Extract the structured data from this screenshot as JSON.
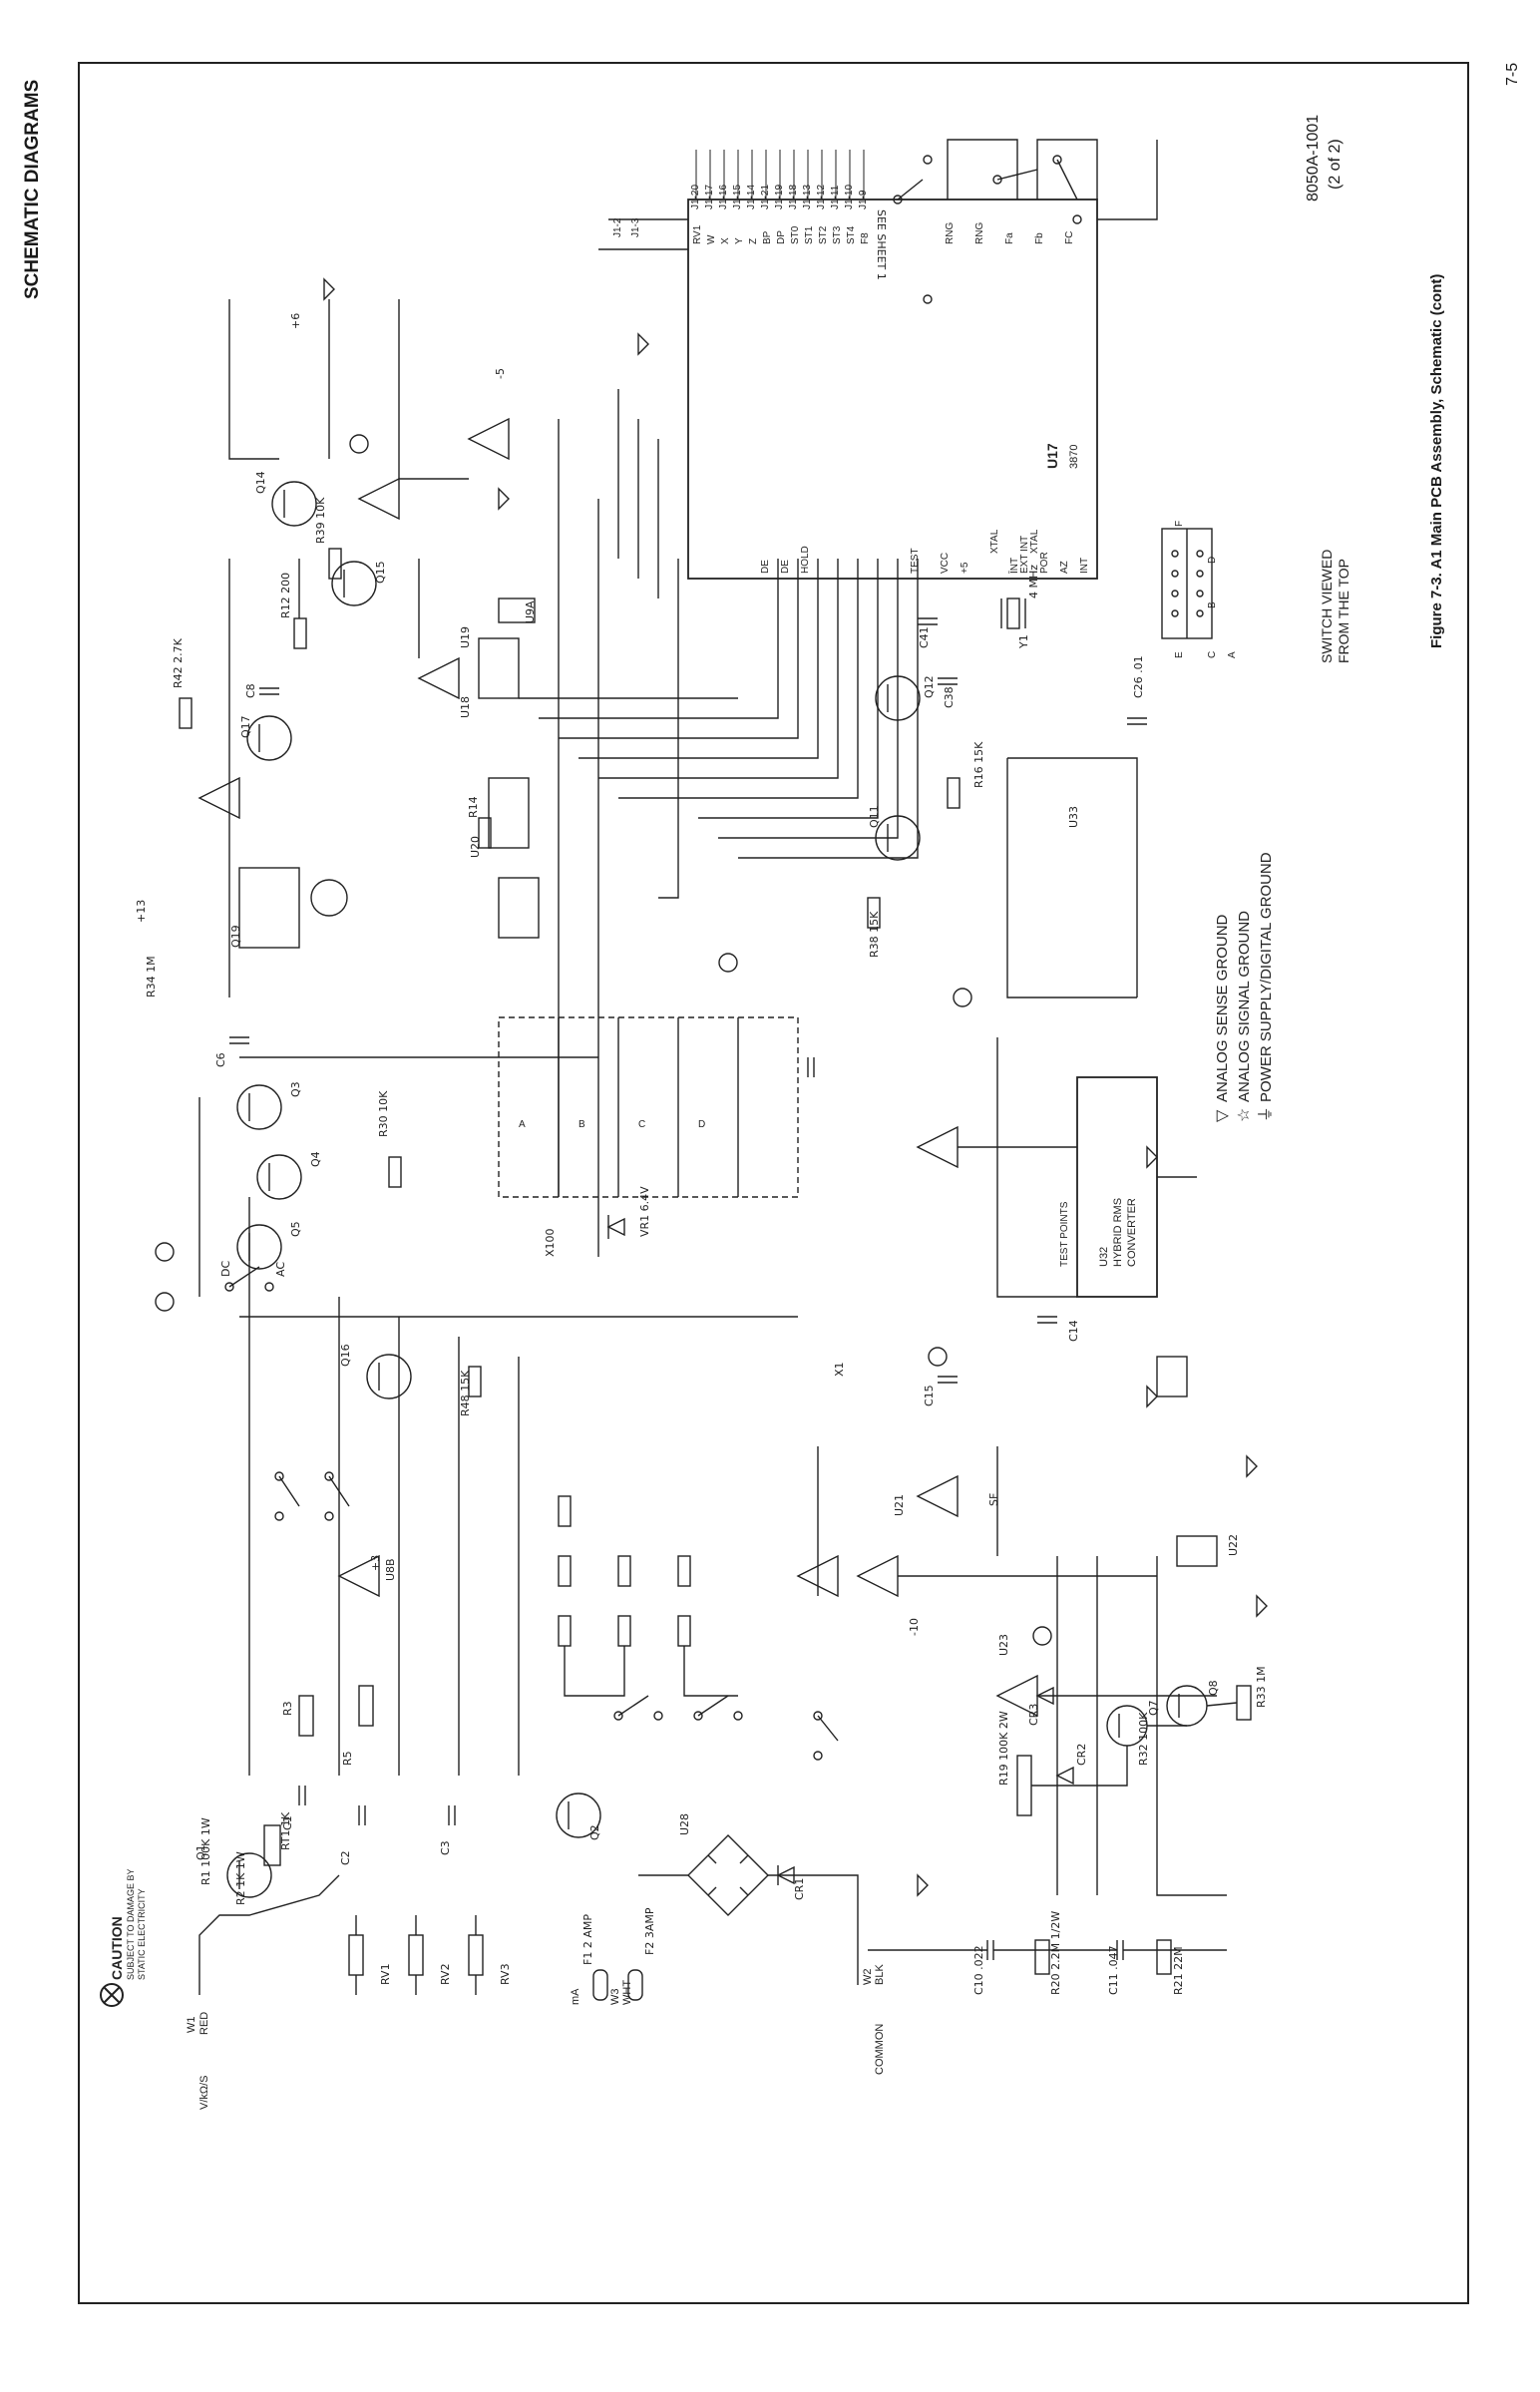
{
  "header": {
    "title": "SCHEMATIC DIAGRAMS",
    "page_number": "7-5"
  },
  "caption": {
    "doc_number": "8050A-1001",
    "sheet": "(2 of 2)",
    "figure": "Figure 7-3. A1 Main PCB Assembly, Schematic (cont)"
  },
  "caution": {
    "title": "CAUTION",
    "line1": "SUBJECT TO DAMAGE BY",
    "line2": "STATIC ELECTRICITY"
  },
  "legend": {
    "items": [
      {
        "symbol": "▽",
        "label": "ANALOG SENSE GROUND"
      },
      {
        "symbol": "☆",
        "label": "ANALOG SIGNAL GROUND"
      },
      {
        "symbol": "⏚",
        "label": "POWER SUPPLY/DIGITAL GROUND"
      }
    ]
  },
  "switch_note": {
    "line1": "SWITCH VIEWED",
    "line2": "FROM THE TOP",
    "pins_left": [
      "E",
      "C",
      "A"
    ],
    "pins_right": [
      "F",
      "D",
      "B"
    ]
  },
  "inputs": {
    "vohms": "V/kΩ/S",
    "red": "RED",
    "w1": "W1",
    "ma": "mA",
    "w3": "W3",
    "wht": "WHT",
    "common": "COMMON",
    "w2": "W2",
    "blk": "BLK"
  },
  "ic_u17": {
    "name": "U17",
    "part": "3870",
    "left_pins": [
      "RV1",
      "W",
      "X",
      "Y",
      "Z",
      "BP",
      "DP",
      "ST0",
      "ST1",
      "ST2",
      "ST3",
      "ST4",
      "F8",
      "RNG",
      "RNG",
      "Fa",
      "Fb",
      "FC"
    ],
    "right_pins": [
      "ĪNT",
      "EXT INT",
      "POR",
      "AZ",
      "INT",
      "DE",
      "DE",
      "HOLD",
      "TEST",
      "VCC",
      "+5",
      "XTAL",
      "XTAL"
    ]
  },
  "ic_u32": {
    "name": "U32",
    "line1": "HYBRID RMS",
    "line2": "CONVERTER",
    "test_points": "TEST POINTS"
  },
  "connector_j1": [
    "J1-2",
    "J1-3",
    "J1-20",
    "J1-17",
    "J1-16",
    "J1-15",
    "J1-14",
    "J1-21",
    "J1-19",
    "J1-18",
    "J1-13",
    "J1-12",
    "J1-11",
    "J1-10",
    "J1-9"
  ],
  "components": {
    "q1": "Q1",
    "q2": "Q2",
    "q3": "Q3",
    "q4": "Q4",
    "q5": "Q5",
    "q7": "Q7",
    "q8": "Q8",
    "q11": "Q11",
    "q12": "Q12",
    "q14": "Q14",
    "q15": "Q15",
    "q16": "Q16",
    "q17": "Q17",
    "q19": "Q19",
    "r1": "R1 100K 1W",
    "r2": "R2 1K 1W",
    "r3": "R3",
    "r5": "R5",
    "r12": "R12 200",
    "r14": "R14",
    "r16": "R16 15K",
    "r19": "R19 100K 2W",
    "r20": "R20 2.2M 1/2W",
    "r21": "R21 22M",
    "r30": "R30 10K",
    "r32": "R32 100K",
    "r33": "R33 1M",
    "r34": "R34 1M",
    "r38": "R38 15K",
    "r39": "R39 10K",
    "r42": "R42 2.7K",
    "r48": "R48 15K",
    "c1": "C1",
    "c2": "C2",
    "c3": "C3",
    "c6": "C6",
    "c8": "C8",
    "c10": "C10 .022",
    "c11": "C11 .047",
    "c14": "C14",
    "c15": "C15",
    "c26": "C26 .01",
    "c38": "C38",
    "c41": "C41",
    "cr1": "CR1",
    "cr2": "CR2",
    "cr3": "CR3",
    "rv1": "RV1",
    "rv2": "RV2",
    "rv3": "RV3",
    "rt1": "RT1 1K",
    "u28": "U28",
    "vr1": "VR1 6.4V",
    "f1": "F1 2 AMP",
    "f2": "F2 3AMP",
    "y1": "Y1",
    "mhz": "4 MHz",
    "u21": "U21",
    "u22": "U22",
    "u23": "U23",
    "u33": "U33",
    "u8b": "U8B",
    "u9a": "U9A",
    "u18": "U18",
    "u19": "U19",
    "u20": "U20"
  },
  "labels": {
    "p13": "+13",
    "m5": "-5",
    "p6": "+6",
    "m10": "-10",
    "p3": "+3",
    "sf": "SF",
    "x100": "X100",
    "x1": "X1",
    "dc": "DC",
    "ac": "AC",
    "sheet_ref": "SEE SHEET 1"
  }
}
